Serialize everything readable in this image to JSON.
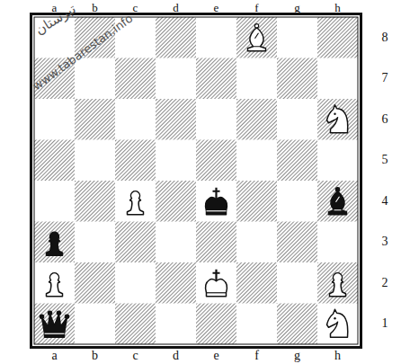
{
  "diagram": {
    "labels": [
      "تبرستان",
      "www.tabarestan.info",
      "a",
      "b",
      "c",
      "d",
      "e",
      "f",
      "g",
      "h",
      "8",
      "7",
      "6",
      "5",
      "4",
      "3",
      "2",
      "1",
      "a",
      "b",
      "c",
      "d",
      "e",
      "f",
      "g",
      "h"
    ]
  }
}
